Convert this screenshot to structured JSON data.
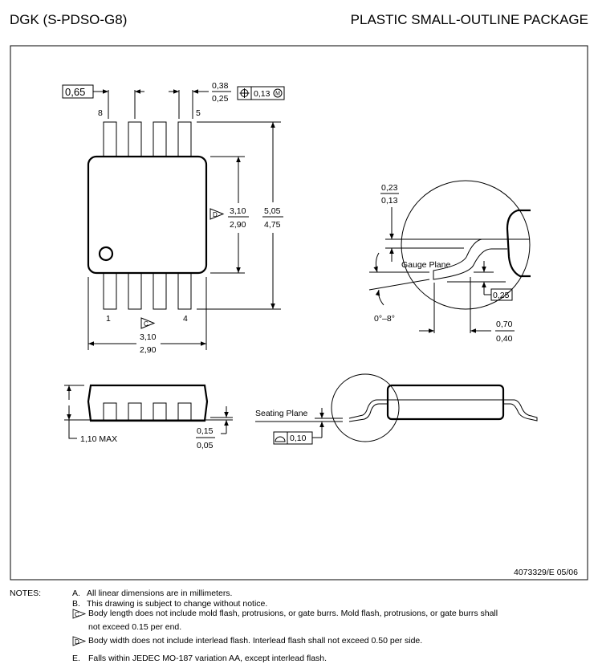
{
  "header": {
    "left_title": "DGK (S-PDSO-G8)",
    "right_title": "PLASTIC SMALL-OUTLINE PACKAGE"
  },
  "top_view": {
    "pitch": "0,65",
    "lead_width_max": "0,38",
    "lead_width_min": "0,25",
    "position_tolerance": "0,13",
    "mmc_symbol": "M",
    "pins": {
      "top_left": "8",
      "top_right": "5",
      "bottom_left": "1",
      "bottom_right": "4"
    },
    "body_width_max": "3,10",
    "body_width_min": "2,90",
    "body_width_flag": "D",
    "overall_width_max": "5,05",
    "overall_width_min": "4,75",
    "body_length_max": "3,10",
    "body_length_min": "2,90",
    "body_length_flag": "C"
  },
  "detail_view": {
    "lead_thickness_max": "0,23",
    "lead_thickness_min": "0,13",
    "gauge_plane_label": "Gauge Plane",
    "gauge_height": "0,25",
    "angle": "0°–8°",
    "foot_length_max": "0,70",
    "foot_length_min": "0,40"
  },
  "side_view": {
    "height_max": "1,10 MAX",
    "standoff_max": "0,15",
    "standoff_min": "0,05",
    "seating_plane_label": "Seating Plane",
    "coplanarity": "0,10"
  },
  "drawing_number": "4073329/E 05/06",
  "notes": {
    "label": "NOTES:",
    "items": [
      {
        "letter": "A.",
        "text": "All linear dimensions are in millimeters."
      },
      {
        "letter": "B.",
        "text": "This drawing is subject to change without notice."
      },
      {
        "letter": "C",
        "text": "Body length does not include mold flash, protrusions, or gate burrs.  Mold flash, protrusions, or gate burrs shall",
        "text2": "not exceed 0.15 per end."
      },
      {
        "letter": "D",
        "text": "Body width does not include interlead flash. Interlead flash shall not exceed 0.50 per side."
      },
      {
        "letter": "E.",
        "text": "Falls within JEDEC MO-187 variation AA, except interlead flash."
      }
    ]
  }
}
